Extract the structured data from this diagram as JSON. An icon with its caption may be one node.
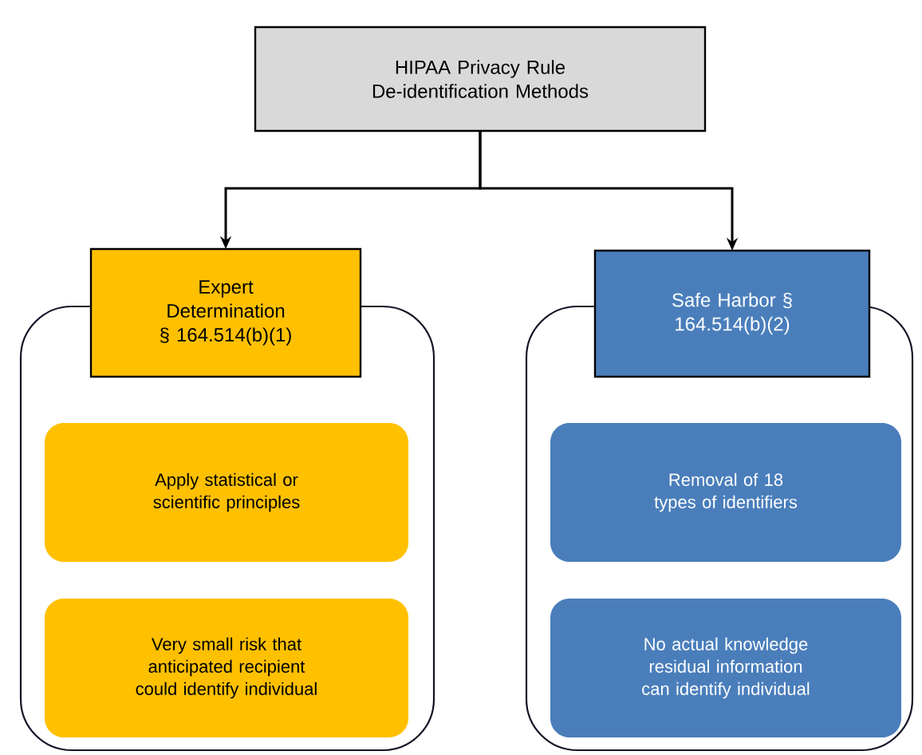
{
  "diagram": {
    "nodes": [
      {
        "text": [
          "HIPAA Privacy Rule De-identification Methods"
        ]
      },
      {
        "text": [],
        "shape": "box"
      },
      {
        "text": [
          "Expert Determination § 164.514(b)(1)"
        ]
      },
      {
        "text": [
          "Apply statistical or scientific principles"
        ],
        "in": 1
      },
      {
        "text": [
          "Very small risk that anticipated recipient could identify individual"
        ],
        "in": 1
      },
      {
        "text": [],
        "shape": "box"
      },
      {
        "text": [
          "Safe Harbor § 164.514(b)(2)"
        ]
      },
      {
        "text": [
          "Removal of 18 types of identifiers"
        ],
        "in": 5
      },
      {
        "text": [
          "No actual knowledge residual information can identify individual"
        ],
        "in": 5
      }
    ],
    "edges": [
      {
        "from": 0,
        "to": 2,
        "arrow": "to"
      },
      {
        "from": 0,
        "to": 6,
        "arrow": "to"
      }
    ]
  }
}
